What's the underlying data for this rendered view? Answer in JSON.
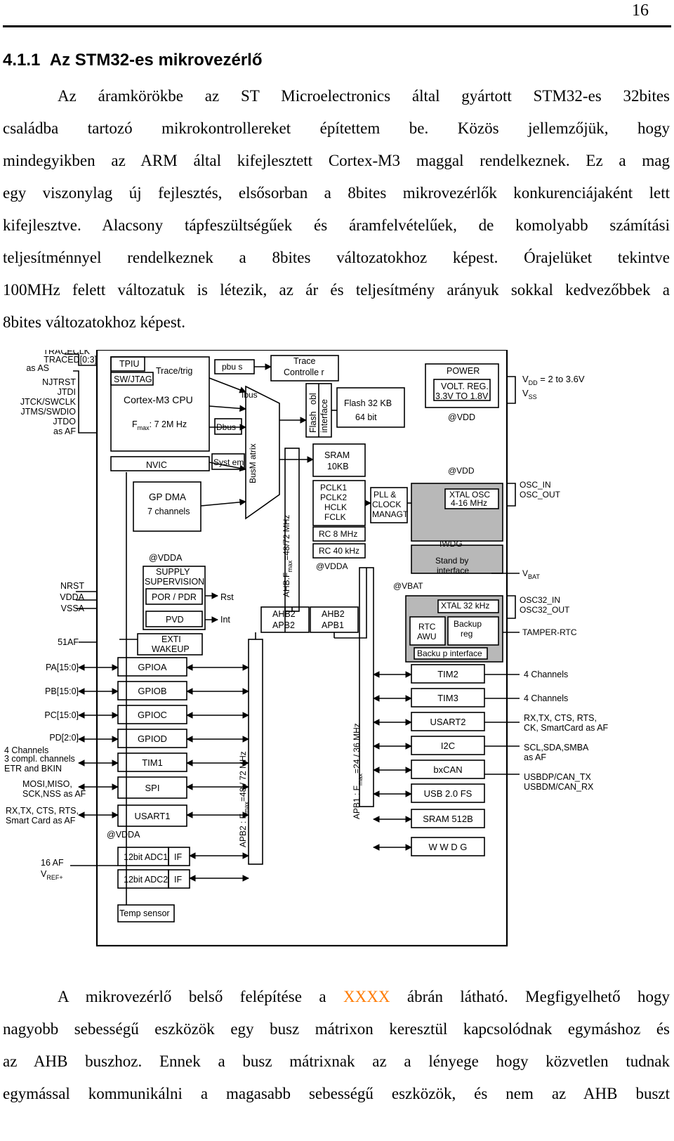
{
  "page_number": "16",
  "section": {
    "number": "4.1.1",
    "title": "Az STM32-es mikrovezérlő"
  },
  "paragraph1": [
    "Az áramkörökbe az ST Microelectronics által gyártott STM32-es 32bites",
    "családba tartozó mikrokontrollereket építettem be. Közös jellemzőjük, hogy",
    "mindegyikben az ARM által kifejlesztett Cortex-M3 maggal rendelkeznek. Ez a mag",
    "egy viszonylag új fejlesztés, elsősorban a 8bites mikrovezérlők konkurenciájaként lett",
    "kifejlesztve. Alacsony tápfeszültségűek és áramfelvételűek, de komolyabb számítási",
    "teljesítménnyel rendelkeznek a 8bites változatokhoz képest. Órajelüket tekintve",
    "100MHz felett változatuk is létezik, az ár és teljesítmény arányuk sokkal kedvezőbbek a",
    "8bites változatokhoz képest."
  ],
  "paragraph2": {
    "line1_before": "A mikrovezérlő belső felépítése a ",
    "figure_ref": "XXXX",
    "line1_after": " ábrán látható. Megfigyelhető hogy",
    "lines": [
      "nagyobb sebességű eszközök egy busz mátrixon keresztül kapcsolódnak egymáshoz és",
      "az AHB buszhoz. Ennek a busz mátrixnak az a lényege hogy közvetlen tudnak",
      "egymással kommunikálni a magasabb sebességű eszközök, és nem az AHB buszt"
    ]
  },
  "diagram": {
    "left_signals": {
      "trace": [
        "TRACECLK",
        "TRACED[0:3]",
        "as AS"
      ],
      "jtag": [
        "NJTRST",
        "JTDI",
        "JTCK/SWCLK",
        "JTMS/SWDIO",
        "JTDO",
        "as AF"
      ],
      "power": [
        "NRST",
        "VDDA",
        "VSSA"
      ],
      "af51": "51AF",
      "ports": [
        "PA[15:0]",
        "PB[15:0]",
        "PC[15:0]",
        "PD[2:0]"
      ],
      "tim1": [
        "4 Channels",
        "3 compl. channels",
        "ETR and BKIN"
      ],
      "spi": [
        "MOSI,MISO,",
        "SCK,NSS as AF"
      ],
      "usart1": [
        "RX,TX, CTS, RTS,",
        "Smart Card as AF"
      ],
      "af16": "16 AF",
      "vref": "V",
      "vref_sub": "REF+"
    },
    "core": {
      "tpiu": "TPIU",
      "trace_trig": "Trace/trig",
      "swjtag": "SW/JTAG",
      "cortex": "Cortex-M3 CPU",
      "fmax_prefix": "F",
      "fmax_sub": "max",
      "fmax_value": ": 7 2M Hz",
      "nvic": "NVIC",
      "gpdma": "GP DMA",
      "gpdma_ch": "7 channels"
    },
    "buses": {
      "pbus": "pbu s",
      "ibus": "Ibus",
      "dbus": "Dbus",
      "system": "Syst em",
      "busmatrix": "BusM atrix",
      "ahb": "AHB:F",
      "ahb_sub": "max",
      "ahb_value": "=48/72 MHz",
      "apb2": "APB2 : F",
      "apb2_sub": "max",
      "apb2_value": "=48 / 72 MHz",
      "apb1": "APB1 : F",
      "apb1_sub": "max",
      "apb1_value": "=24 / 36 MHz"
    },
    "memory": {
      "trace_ctrl": [
        "Trace",
        "Controlle r"
      ],
      "flash_if": [
        "Flash",
        "interface"
      ],
      "obl": "obl",
      "flash": "Flash  32 KB",
      "flash_bits": "64 bit",
      "sram": [
        "SRAM",
        "10KB"
      ]
    },
    "power_block": {
      "title": "POWER",
      "volt_reg": [
        "VOLT. REG.",
        "3.3V TO 1.8V"
      ],
      "at_vdd": "@VDD",
      "vdd_label": "V",
      "vdd_sub": "DD",
      "vdd_value": " = 2 to 3.6V",
      "vss_label": "V",
      "vss_sub": "SS"
    },
    "clock": {
      "at_vdd2": "@VDD",
      "pclk": [
        "PCLK1",
        "PCLK2",
        "HCLK",
        "FCLK"
      ],
      "pll": [
        "PLL &",
        "CLOCK",
        "MANAGT"
      ],
      "xtal_osc": [
        "XTAL OSC",
        "4-16 MHz"
      ],
      "osc_pins": [
        "OSC_IN",
        "OSC_OUT"
      ],
      "rc8": "RC 8 MHz",
      "rc40": "RC 40 kHz",
      "at_vdda_clk": "@VDDA",
      "iwdg": "IWDG",
      "standby": [
        "Stand by",
        "interface"
      ],
      "at_vbat": "@VBAT",
      "vbat": "V",
      "vbat_sub": "BAT",
      "xtal32": "XTAL 32 kHz",
      "osc32": [
        "OSC32_IN",
        "OSC32_OUT"
      ],
      "rtc": [
        "RTC",
        "AWU"
      ],
      "backup_reg": [
        "Backup",
        "reg"
      ],
      "backup_if": "Backu p interface",
      "tamper": "TAMPER-RTC"
    },
    "supervision": {
      "at_vdda": "@VDDA",
      "supply": [
        "SUPPLY",
        "SUPERVISION"
      ],
      "por": "POR / PDR",
      "rst": "Rst",
      "pvd": "PVD",
      "int": "Int",
      "exti": [
        "EXTI",
        "WAKEUP"
      ]
    },
    "bridges": {
      "ahb2apb2": [
        "AHB2",
        "APB2"
      ],
      "ahb2apb1": [
        "AHB2",
        "APB1"
      ]
    },
    "apb2_periph": [
      "GPIOA",
      "GPIOB",
      "GPIOC",
      "GPIOD",
      "TIM1",
      "SPI",
      "USART1"
    ],
    "adc": {
      "at_vdda": "@VDDA",
      "adc1": "12bit ADC1",
      "adc2": "12bit ADC2",
      "if": "IF",
      "temp": "Temp sensor"
    },
    "apb1_periph": [
      "TIM2",
      "TIM3",
      "USART2",
      "I2C",
      "bxCAN",
      "USB 2.0 FS",
      "SRAM 512B",
      "W W D G"
    ],
    "right_signals": {
      "tim2": "4 Channels",
      "tim3": "4 Channels",
      "usart2": [
        "RX,TX, CTS, RTS,",
        "CK, SmartCard as AF"
      ],
      "i2c": [
        "SCL,SDA,SMBA",
        "as AF"
      ],
      "usb": [
        "USBDP/CAN_TX",
        "USBDM/CAN_RX"
      ]
    }
  }
}
